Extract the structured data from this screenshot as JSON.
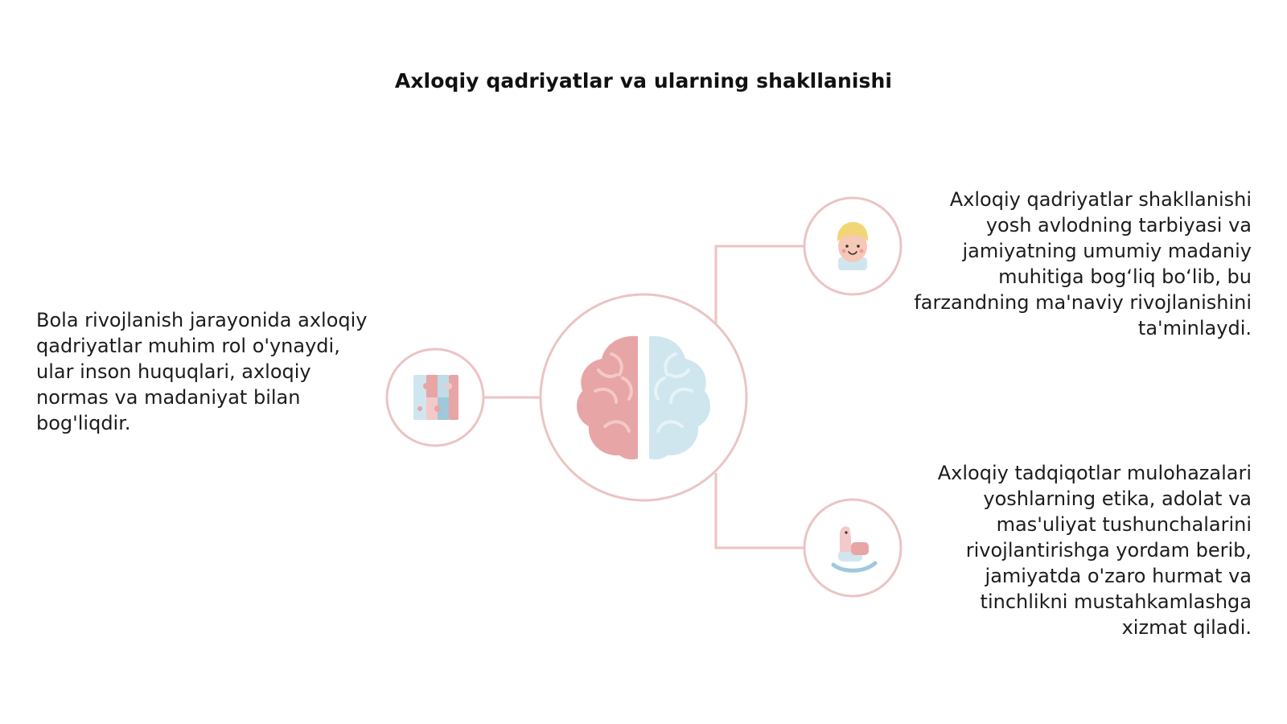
{
  "title": "Axloqiy qadriyatlar va ularning shakllanishi",
  "colors": {
    "ring": "#ecc3c3",
    "connector": "#ecc3c3",
    "brain_left": "#e8a5a6",
    "brain_right": "#cfe6ef"
  },
  "nodes": {
    "center": {
      "icon": "brain-icon"
    },
    "left": {
      "icon": "puzzle-icon",
      "text": "Bola rivojlanish jarayonida axloqiy qadriyatlar muhim rol o'ynaydi, ular inson huquqlari, axloqiy normas va madaniyat bilan bog'liqdir."
    },
    "right_top": {
      "icon": "child-face-icon",
      "text": "Axloqiy qadriyatlar shakllanishi yosh avlodning tarbiyasi va jamiyatning umumiy madaniy muhitiga bog‘liq bo‘lib, bu farzandning ma'naviy rivojlanishini ta'minlaydi."
    },
    "right_bottom": {
      "icon": "toy-horse-icon",
      "text": "Axloqiy tadqiqotlar mulohazalari yoshlarning etika, adolat va mas'uliyat tushunchalarini rivojlantirishga yordam berib, jamiyatda o'zaro hurmat va tinchlikni mustahkamlashga xizmat qiladi."
    }
  }
}
